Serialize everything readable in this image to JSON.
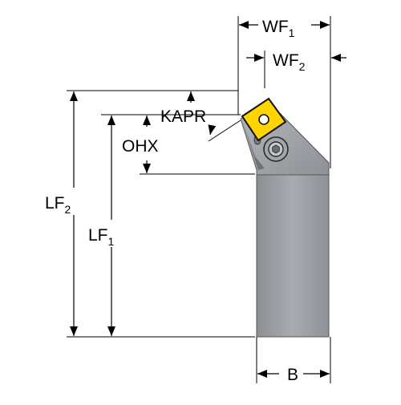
{
  "diagram": {
    "labels": {
      "wf1": {
        "main": "WF",
        "sub": "1"
      },
      "wf2": {
        "main": "WF",
        "sub": "2"
      },
      "kapr": {
        "main": "KAPR"
      },
      "ohx": {
        "main": "OHX"
      },
      "lf2": {
        "main": "LF",
        "sub": "2"
      },
      "lf1": {
        "main": "LF",
        "sub": "1"
      },
      "b": {
        "main": "B"
      }
    },
    "colors": {
      "insert": "#FFD500",
      "shank": "#9A9EA2",
      "outline": "#000000"
    },
    "icons": [
      "cutting-insert-icon",
      "clamp-screw-icon"
    ]
  }
}
